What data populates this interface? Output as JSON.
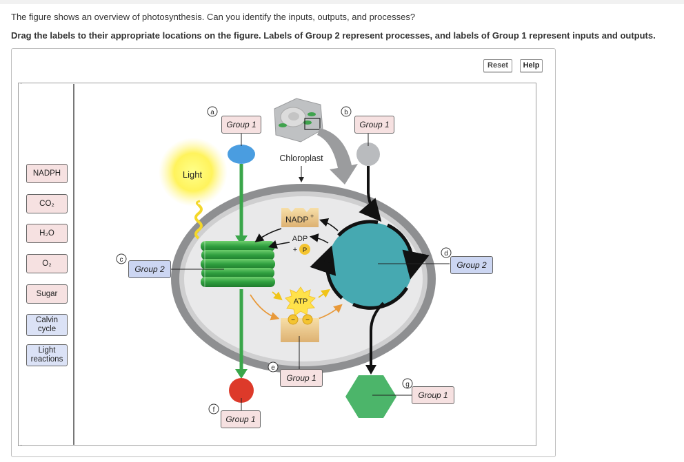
{
  "question": "The figure shows an overview of photosynthesis. Can you identify the inputs, outputs, and processes?",
  "instructions": "Drag the labels to their appropriate locations on the figure. Labels of Group 2 represent processes, and labels of Group 1 represent inputs and outputs.",
  "buttons": {
    "reset": "Reset",
    "help": "Help"
  },
  "label_bank": [
    {
      "name": "label-nadph",
      "text": "NADPH",
      "group": 1
    },
    {
      "name": "label-co2",
      "text": "CO₂",
      "group": 1
    },
    {
      "name": "label-h2o",
      "text": "H₂O",
      "group": 1
    },
    {
      "name": "label-o2",
      "text": "O₂",
      "group": 1
    },
    {
      "name": "label-sugar",
      "text": "Sugar",
      "group": 1
    },
    {
      "name": "label-calvin-cycle",
      "text": "Calvin cycle",
      "group": 2
    },
    {
      "name": "label-light-reactions",
      "text": "Light reactions",
      "group": 2
    }
  ],
  "targets": {
    "a": "Group 1",
    "b": "Group 1",
    "c": "Group 2",
    "d": "Group 2",
    "e": "Group 1",
    "f": "Group 1",
    "g": "Group 1"
  },
  "markers": {
    "a": "a",
    "b": "b",
    "c": "c",
    "d": "d",
    "e": "e",
    "f": "f",
    "g": "g"
  },
  "figure": {
    "light": "Light",
    "chloroplast": "Chloroplast",
    "nadp": "NADP",
    "nadp_sup": "+",
    "adp": "ADP",
    "plus_p": "+",
    "p": "P",
    "atp": "ATP",
    "minus": "−"
  },
  "colors": {
    "group1_tile": "#f6e1e1",
    "group2_tile": "#ccd6f2",
    "thylakoid_green": "#3aa64a",
    "calvin_teal": "#46a9b1",
    "o2_red": "#dd3a2a",
    "sugar_green": "#4cb56a",
    "water_blue": "#4a9de0",
    "co2_gray": "#b9bbbe"
  }
}
